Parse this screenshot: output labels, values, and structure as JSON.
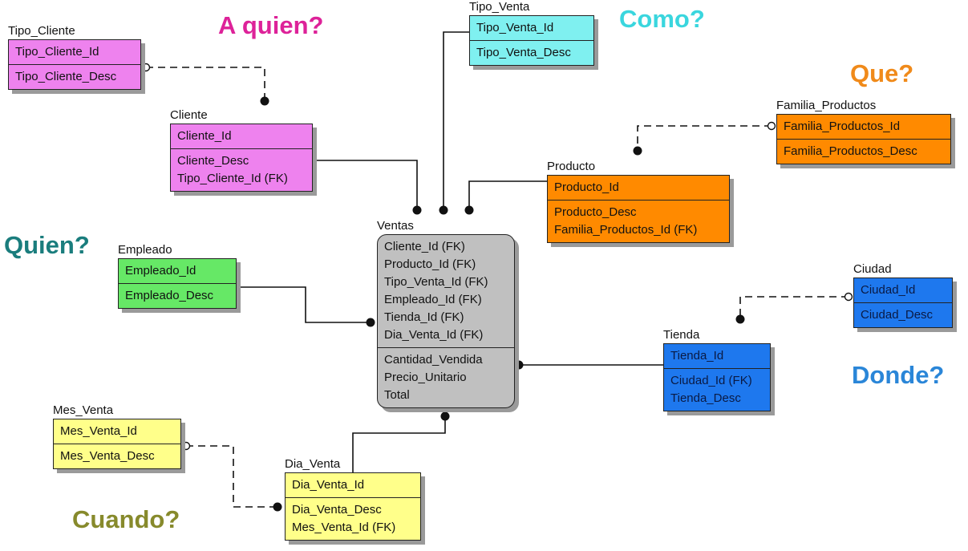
{
  "questions": {
    "a_quien": "A quien?",
    "como": "Como?",
    "que": "Que?",
    "quien": "Quien?",
    "donde": "Donde?",
    "cuando": "Cuando?"
  },
  "colors": {
    "magenta": "#ee82ee",
    "cyan": "#7ff0f0",
    "orange": "#ff8a00",
    "green": "#66e866",
    "blue": "#1e78ee",
    "yellow": "#ffff8a",
    "grey": "#c0c0c0",
    "q_magenta": "#dd2299",
    "q_cyan": "#3ad6de",
    "q_orange": "#f08a1a",
    "q_teal": "#1a7d7d",
    "q_blue": "#2a86d8",
    "q_olive": "#878a2c"
  },
  "entities": {
    "tipo_cliente": {
      "title": "Tipo_Cliente",
      "pk": [
        "Tipo_Cliente_Id"
      ],
      "attrs": [
        "Tipo_Cliente_Desc"
      ]
    },
    "cliente": {
      "title": "Cliente",
      "pk": [
        "Cliente_Id"
      ],
      "attrs": [
        "Cliente_Desc",
        "Tipo_Cliente_Id (FK)"
      ]
    },
    "tipo_venta": {
      "title": "Tipo_Venta",
      "pk": [
        "Tipo_Venta_Id"
      ],
      "attrs": [
        "Tipo_Venta_Desc"
      ]
    },
    "familia_productos": {
      "title": "Familia_Productos",
      "pk": [
        "Familia_Productos_Id"
      ],
      "attrs": [
        "Familia_Productos_Desc"
      ]
    },
    "producto": {
      "title": "Producto",
      "pk": [
        "Producto_Id"
      ],
      "attrs": [
        "Producto_Desc",
        "Familia_Productos_Id (FK)"
      ]
    },
    "empleado": {
      "title": "Empleado",
      "pk": [
        "Empleado_Id"
      ],
      "attrs": [
        "Empleado_Desc"
      ]
    },
    "ventas": {
      "title": "Ventas",
      "pk": [
        "Cliente_Id (FK)",
        "Producto_Id (FK)",
        "Tipo_Venta_Id (FK)",
        "Empleado_Id (FK)",
        "Tienda_Id (FK)",
        "Dia_Venta_Id (FK)"
      ],
      "attrs": [
        "Cantidad_Vendida",
        "Precio_Unitario",
        "Total"
      ]
    },
    "ciudad": {
      "title": "Ciudad",
      "pk": [
        "Ciudad_Id"
      ],
      "attrs": [
        "Ciudad_Desc"
      ]
    },
    "tienda": {
      "title": "Tienda",
      "pk": [
        "Tienda_Id"
      ],
      "attrs": [
        "Ciudad_Id (FK)",
        "Tienda_Desc"
      ]
    },
    "mes_venta": {
      "title": "Mes_Venta",
      "pk": [
        "Mes_Venta_Id"
      ],
      "attrs": [
        "Mes_Venta_Desc"
      ]
    },
    "dia_venta": {
      "title": "Dia_Venta",
      "pk": [
        "Dia_Venta_Id"
      ],
      "attrs": [
        "Dia_Venta_Desc",
        "Mes_Venta_Id (FK)"
      ]
    }
  }
}
